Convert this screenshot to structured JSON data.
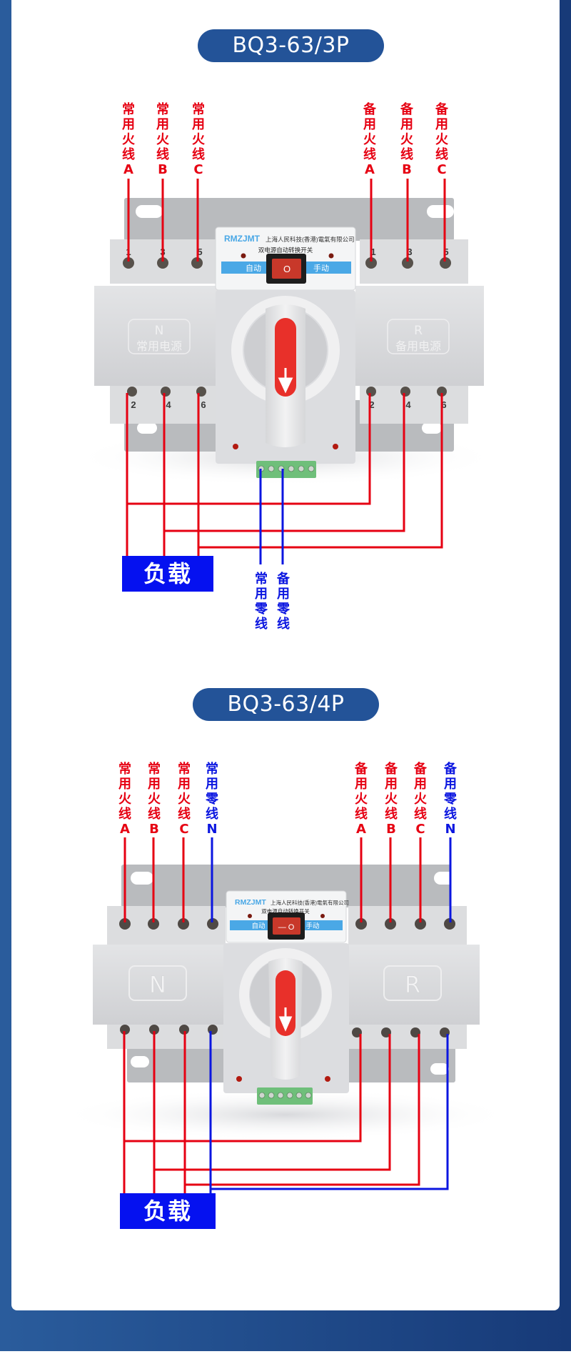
{
  "colors": {
    "frame_blue": "#235398",
    "live_wire": "#e60012",
    "neutral_wire": "#0b16e0",
    "load_box": "#0511f0",
    "panel_blue_strip": "#4aa8e6",
    "handle_red": "#e8302a",
    "device_gray": "#d9dadc"
  },
  "diagram_3p": {
    "title": "BQ3-63/3P",
    "normal_lines": [
      {
        "label": "常\n用\n火\n线\nA"
      },
      {
        "label": "常\n用\n火\n线\nB"
      },
      {
        "label": "常\n用\n火\n线\nC"
      }
    ],
    "backup_lines": [
      {
        "label": "备\n用\n火\n线\nA"
      },
      {
        "label": "备\n用\n火\n线\nB"
      },
      {
        "label": "备\n用\n火\n线\nC"
      }
    ],
    "top_terminal_numbers": [
      "1",
      "3",
      "5"
    ],
    "bottom_terminal_numbers": [
      "2",
      "4",
      "6"
    ],
    "left_module_label": {
      "letter": "N",
      "text": "常用电源"
    },
    "right_module_label": {
      "letter": "R",
      "text": "备用电源"
    },
    "panel": {
      "brand": "RMZJMT",
      "company": "上海人民科技(香港)電氣有限公司",
      "product": "双电源自动转换开关",
      "auto_label": "自动",
      "manual_label": "手动",
      "switch_symbol": "O"
    },
    "neutral_labels": [
      "常\n用\n零\n线",
      "备\n用\n零\n线"
    ],
    "load_label": "负载"
  },
  "diagram_4p": {
    "title": "BQ3-63/4P",
    "normal_lines": [
      {
        "label": "常\n用\n火\n线\nA"
      },
      {
        "label": "常\n用\n火\n线\nB"
      },
      {
        "label": "常\n用\n火\n线\nC"
      },
      {
        "label": "常\n用\n零\n线\nN"
      }
    ],
    "backup_lines": [
      {
        "label": "备\n用\n火\n线\nA"
      },
      {
        "label": "备\n用\n火\n线\nB"
      },
      {
        "label": "备\n用\n火\n线\nC"
      },
      {
        "label": "备\n用\n零\n线\nN"
      }
    ],
    "left_module_label": {
      "letter": "N"
    },
    "right_module_label": {
      "letter": "R"
    },
    "panel": {
      "brand": "RMZJMT",
      "company": "上海人民科技(香港)電氣有限公司",
      "product": "双电源自动转换开关",
      "auto_label": "自动",
      "manual_label": "手动",
      "switch_symbol": "— O"
    },
    "load_label": "负载"
  }
}
